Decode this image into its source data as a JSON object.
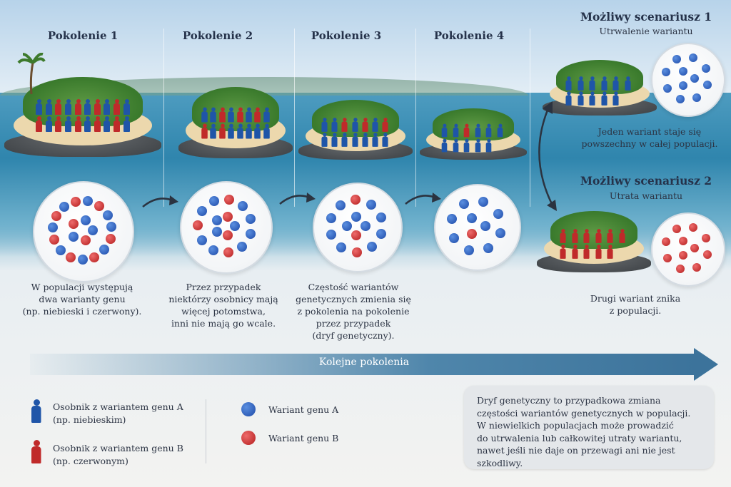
{
  "generations": [
    {
      "title": "Pokolenie 1"
    },
    {
      "title": "Pokolenie 2"
    },
    {
      "title": "Pokolenie 3"
    },
    {
      "title": "Pokolenie 4"
    }
  ],
  "descriptions": [
    [
      "W populacji występują",
      "dwa warianty genu",
      "(np. niebieski i czerwony)."
    ],
    [
      "Przez przypadek",
      "niektórzy osobnicy mają",
      "więcej potomstwa,",
      "inni nie mają go wcale."
    ],
    [
      "Częstość wariantów",
      "genetycznych zmienia się",
      "z pokolenia na pokolenie",
      "przez przypadek",
      "(dryf genetyczny)."
    ]
  ],
  "scenario1": {
    "title": "Możliwy scenariusz 1",
    "subtitle": "Utrwalenie wariantu",
    "desc": [
      "Jeden wariant staje się",
      "powszechny w całej populacji."
    ]
  },
  "scenario2": {
    "title": "Możliwy scenariusz 2",
    "subtitle": "Utrata wariantu",
    "desc": [
      "Drugi wariant znika",
      "z populacji."
    ]
  },
  "timeline_label": "Kolejne pokolenia",
  "legend": {
    "personA": [
      "Osobnik z wariantem genu A",
      "(np. niebieskim)"
    ],
    "personB": [
      "Osobnik z wariantem genu B",
      "(np. czerwonym)"
    ],
    "alleleA": "Wariant genu A",
    "alleleB": "Wariant genu B"
  },
  "note": [
    "Dryf genetyczny to przypadkowa zmiana",
    "częstości wariantów genetycznych w populacji.",
    "W niewielkich populacjach może prowadzić",
    "do utrwalenia lub całkowitej utraty wariantu,",
    "nawet jeśli nie daje on przewagi ani nie jest szkodliwy."
  ],
  "colors": {
    "variantA": "#1f55a8",
    "variantB": "#c02a2a",
    "timeline": "#3c739b"
  },
  "populations": {
    "gen1": {
      "A": 11,
      "B": 9
    },
    "gen2": {
      "A": 11,
      "B": 5
    },
    "gen3": {
      "A": 11,
      "B": 3
    },
    "gen4": {
      "A": 10,
      "B": 1
    },
    "scenario1": {
      "A": 11,
      "B": 0
    },
    "scenario2": {
      "A": 0,
      "B": 11
    }
  }
}
